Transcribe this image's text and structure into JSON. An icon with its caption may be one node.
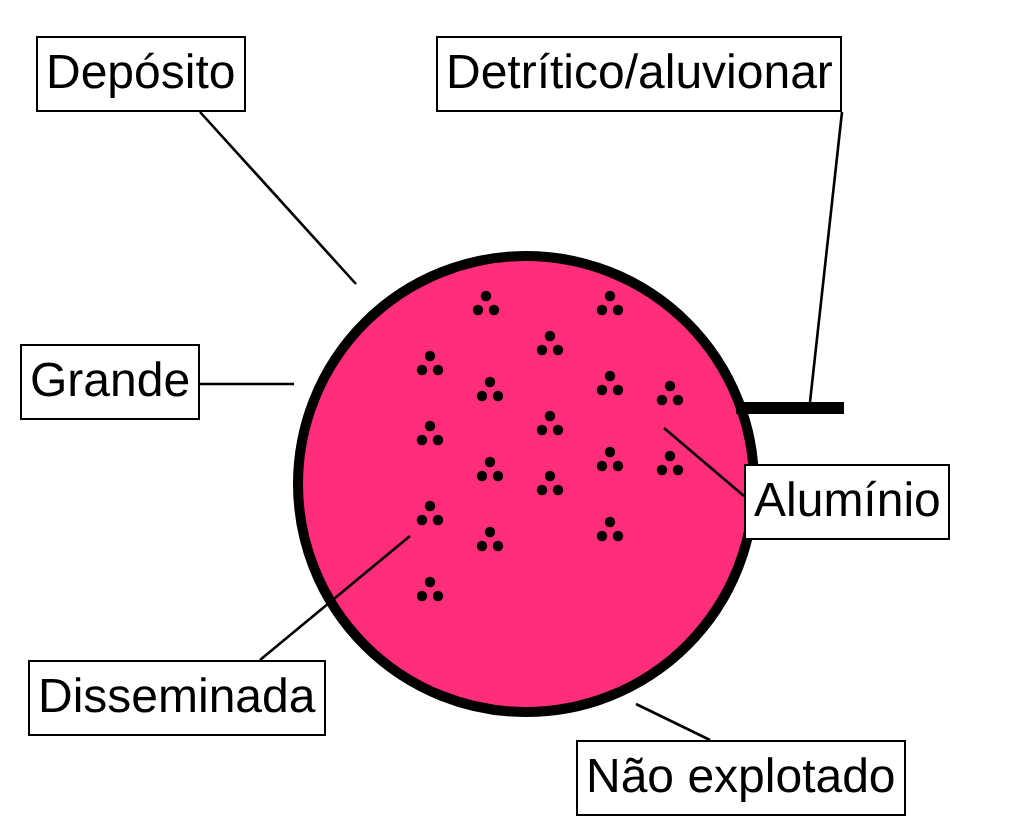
{
  "diagram": {
    "nodes": [
      {
        "text": [
          "Depósito"
        ]
      },
      {
        "text": [
          "Detrítico/aluvionar"
        ]
      },
      {
        "text": [],
        "shape": "circle"
      },
      {
        "text": [],
        "shape": "bar"
      },
      {
        "text": [
          "Grande"
        ]
      },
      {
        "text": [
          "Alumínio"
        ]
      },
      {
        "text": [
          "Disseminada"
        ]
      },
      {
        "text": [
          "Não explotado"
        ]
      }
    ],
    "edges": [
      {
        "from": 0,
        "to": 2,
        "arrow": "none"
      },
      {
        "from": 1,
        "to": 3,
        "arrow": "none"
      },
      {
        "from": 4,
        "to": 2,
        "arrow": "none"
      },
      {
        "from": 5,
        "to": 2,
        "arrow": "none"
      },
      {
        "from": 6,
        "to": 2,
        "arrow": "none"
      },
      {
        "from": 7,
        "to": 2,
        "arrow": "none"
      }
    ]
  }
}
